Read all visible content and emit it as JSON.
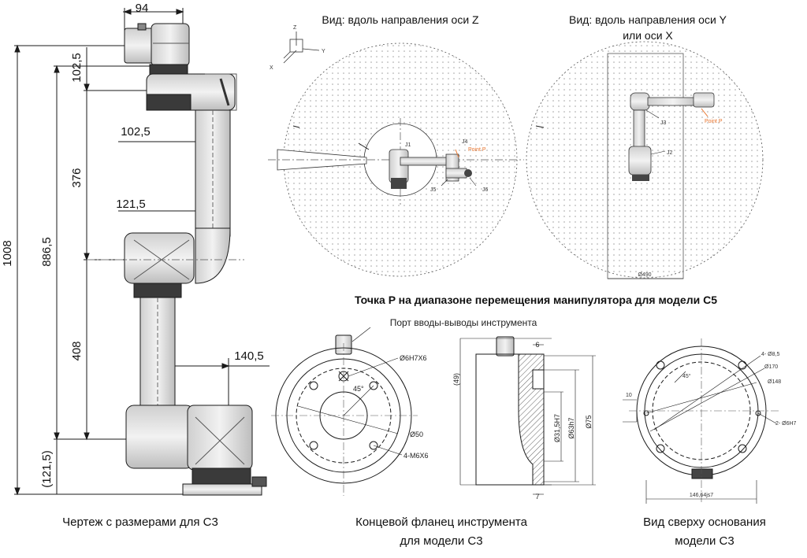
{
  "titles": {
    "view_z": "Вид: вдоль направления оси Z",
    "view_y_line1": "Вид: вдоль направления оси Y",
    "view_y_line2": "или оси X",
    "range_title": "Точка P на диапазоне перемещения манипулятора для модели C5",
    "tool_port": "Порт вводы-выводы инструмента"
  },
  "captions": {
    "left": "Чертеж с размерами для C3",
    "middle_line1": "Концевой фланец инструмента",
    "middle_line2": "для модели C3",
    "right_line1": "Вид сверху основания",
    "right_line2": "модели C3"
  },
  "arm_dims": {
    "top_width": "94",
    "d1": "102,5",
    "d2": "102,5",
    "d3": "376",
    "d4": "121,5",
    "d5": "408",
    "d6": "140,5",
    "total": "1008",
    "sub_total": "886,5",
    "base": "(121,5)"
  },
  "axes": {
    "x": "X",
    "y": "Y",
    "z": "Z"
  },
  "joints": {
    "j1": "J1",
    "j2": "J2",
    "j3": "J3",
    "j4": "J4",
    "j5": "J5",
    "j6": "J6",
    "point_p": "Point P"
  },
  "range_dims": {
    "diameter": "Ø490"
  },
  "flange_dims": {
    "pin_hole": "Ø6H7X6",
    "angle": "45°",
    "pcd": "Ø50",
    "threads": "4-M6X6",
    "depth": "6",
    "height": "(49)",
    "d_inner": "Ø31,5H7",
    "d_mid": "Ø63h7",
    "d_outer": "Ø75",
    "bottom": "7"
  },
  "base_dims": {
    "holes": "4- Ø8,5",
    "d170": "Ø170",
    "d148": "Ø148",
    "angle": "45°",
    "offset": "10",
    "pins": "2- Ø6H7",
    "width": "146,64js7"
  },
  "colors": {
    "line": "#1a1a1a",
    "orange": "#e8742c",
    "dot": "#9a9a9a",
    "dark": "#2b2b2b"
  }
}
